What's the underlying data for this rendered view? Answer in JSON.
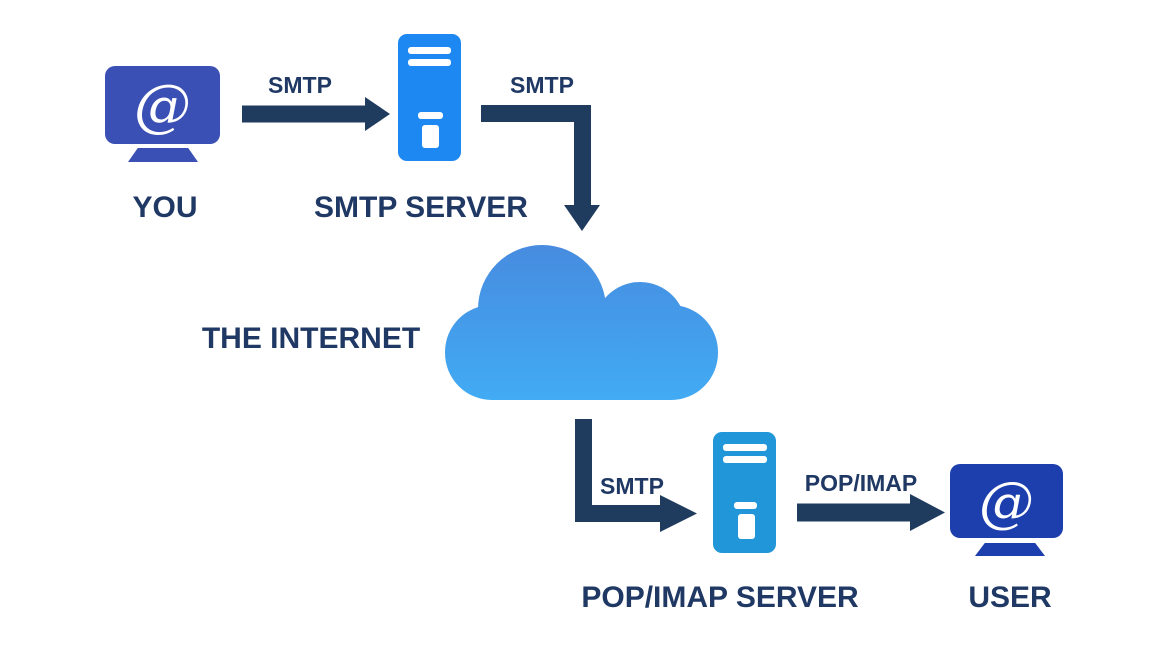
{
  "nodes": {
    "you": {
      "label": "YOU",
      "glyph": "@"
    },
    "smtp_server": {
      "label": "SMTP SERVER"
    },
    "internet": {
      "label": "THE INTERNET"
    },
    "pop_imap_server": {
      "label": "POP/IMAP SERVER"
    },
    "user": {
      "label": "USER",
      "glyph": "@"
    }
  },
  "arrows": {
    "you_to_smtp": {
      "label": "SMTP",
      "direction": "right"
    },
    "smtp_to_internet": {
      "label": "SMTP",
      "direction": "right-then-down"
    },
    "internet_to_pop": {
      "label": "SMTP",
      "direction": "down-then-right"
    },
    "pop_to_user": {
      "label": "POP/IMAP",
      "direction": "right"
    }
  },
  "colors": {
    "background": "#ffffff",
    "arrow": "#1f3b5e",
    "label_text": "#1f3864",
    "you_monitor": "#3a50b4",
    "user_monitor": "#1d3fad",
    "smtp_server": "#1e88f2",
    "pop_imap_server": "#2196d8",
    "cloud_gradient_top": "#478bdf",
    "cloud_gradient_bottom": "#41abf3"
  }
}
